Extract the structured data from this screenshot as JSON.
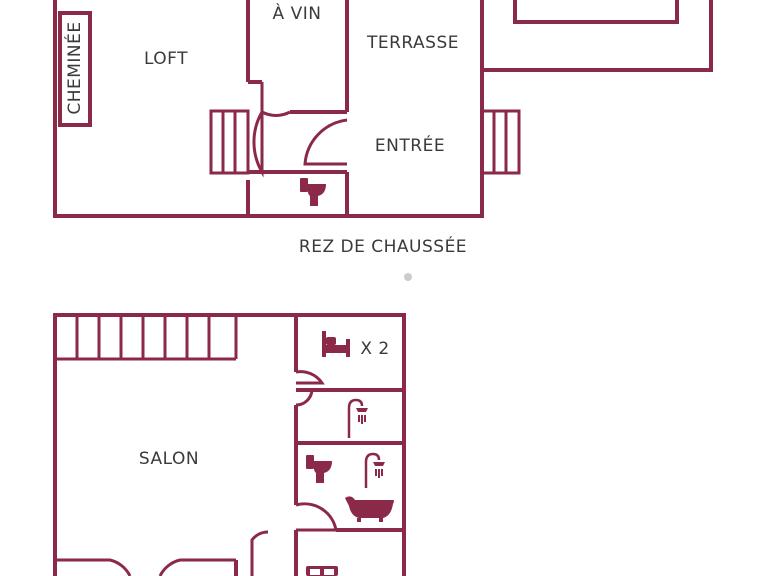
{
  "labels": {
    "cheminee": "CHEMINÉE",
    "loft": "LOFT",
    "cave": "À VIN",
    "terrasse": "TERRASSE",
    "entree": "ENTRÉE",
    "rdc": "REZ DE CHAUSSÉE",
    "salon": "SALON",
    "bed_count": "X 2"
  },
  "colors": {
    "wall": "#8b2a48",
    "text": "#3a3a3a",
    "dot": "#cccccc"
  },
  "icons": [
    "toilet-icon",
    "bed-icon",
    "shower-icon",
    "toilet-icon",
    "shower-icon",
    "bathtub-icon",
    "bed-icon"
  ]
}
